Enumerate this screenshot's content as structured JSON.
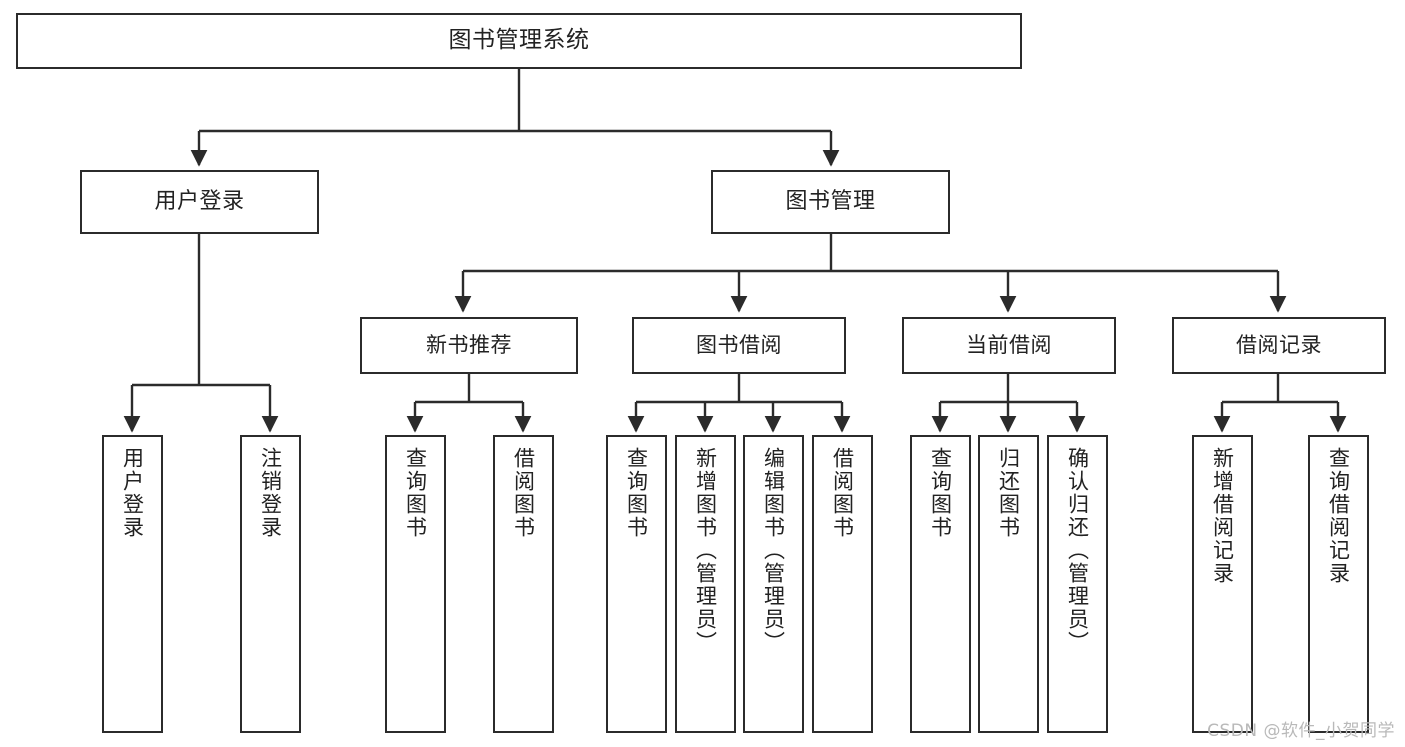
{
  "diagram": {
    "title": "图书管理系统",
    "type": "tree-hierarchy",
    "watermark": "CSDN @软件_小贺同学",
    "stroke_color": "#2b2b2b",
    "text_color": "#222222",
    "background_color": "#ffffff",
    "watermark_color": "#b9b9b9"
  },
  "root": {
    "label": "图书管理系统"
  },
  "level1": [
    {
      "label": "用户登录"
    },
    {
      "label": "图书管理"
    }
  ],
  "level2": [
    {
      "label": "新书推荐"
    },
    {
      "label": "图书借阅"
    },
    {
      "label": "当前借阅"
    },
    {
      "label": "借阅记录"
    }
  ],
  "leaves": {
    "user_login": [
      {
        "label": "用户登录"
      },
      {
        "label": "注销登录"
      }
    ],
    "new_book": [
      {
        "label": "查询图书"
      },
      {
        "label": "借阅图书"
      }
    ],
    "borrow_book": [
      {
        "label": "查询图书"
      },
      {
        "label": "新增图书（管理员）"
      },
      {
        "label": "编辑图书（管理员）"
      },
      {
        "label": "借阅图书"
      }
    ],
    "current_borrow": [
      {
        "label": "查询图书"
      },
      {
        "label": "归还图书"
      },
      {
        "label": "确认归还（管理员）"
      }
    ],
    "borrow_record": [
      {
        "label": "新增借阅记录"
      },
      {
        "label": "查询借阅记录"
      }
    ]
  }
}
